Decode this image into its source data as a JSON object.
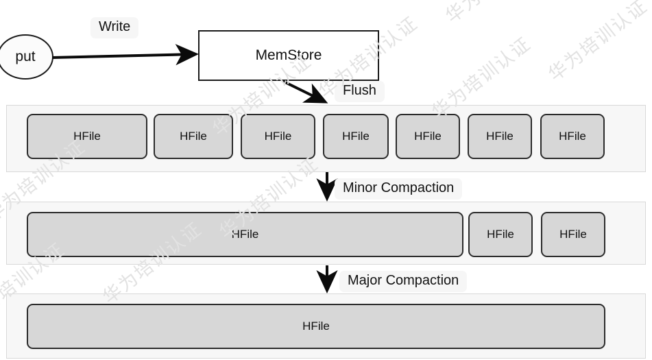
{
  "diagram": {
    "title": "HBase write path: MemStore flush and compaction",
    "background_color": "#ffffff",
    "node_fill": "#d7d7d7",
    "band_fill": "#f7f7f7",
    "stroke_color": "#1b1b1b",
    "label_bg": "#f6f6f6"
  },
  "source": {
    "label": "put"
  },
  "memstore": {
    "label": "MemStore"
  },
  "edges": [
    {
      "label": "Write",
      "from": "put",
      "to": "MemStore"
    },
    {
      "label": "Flush",
      "from": "MemStore",
      "to": "hfile-row-1"
    },
    {
      "label": "Minor Compaction",
      "from": "hfile-row-1",
      "to": "hfile-row-2"
    },
    {
      "label": "Major Compaction",
      "from": "hfile-row-2",
      "to": "hfile-row-3"
    }
  ],
  "labels": {
    "write": "Write",
    "flush": "Flush",
    "minor_compaction": "Minor Compaction",
    "major_compaction": "Major Compaction"
  },
  "rows": [
    {
      "name": "hfile-row-1",
      "files": [
        {
          "label": "HFile"
        },
        {
          "label": "HFile"
        },
        {
          "label": "HFile"
        },
        {
          "label": "HFile"
        },
        {
          "label": "HFile"
        },
        {
          "label": "HFile"
        },
        {
          "label": "HFile"
        }
      ]
    },
    {
      "name": "hfile-row-2",
      "files": [
        {
          "label": "HFile"
        },
        {
          "label": "HFile"
        },
        {
          "label": "HFile"
        }
      ]
    },
    {
      "name": "hfile-row-3",
      "files": [
        {
          "label": "HFile"
        }
      ]
    }
  ],
  "watermark": {
    "text": "华为培训认证",
    "color": "#e2e2e2"
  }
}
